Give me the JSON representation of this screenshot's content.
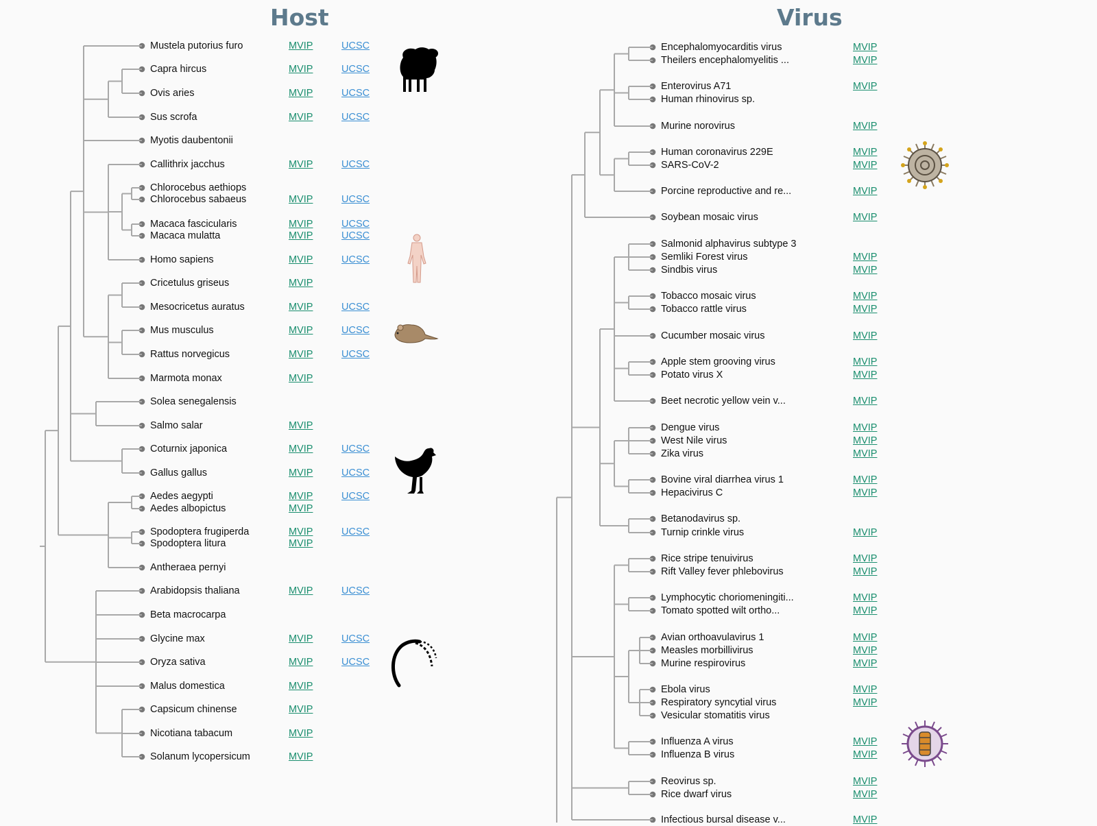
{
  "host": {
    "title": "Host",
    "leaves": [
      {
        "name": "Mustela putorius furo",
        "mvip": "MVIP",
        "ucsc": "UCSC"
      },
      {
        "name": "Capra hircus",
        "mvip": "MVIP",
        "ucsc": "UCSC"
      },
      {
        "name": "Ovis aries",
        "mvip": "MVIP",
        "ucsc": "UCSC"
      },
      {
        "name": "Sus scrofa",
        "mvip": "MVIP",
        "ucsc": "UCSC"
      },
      {
        "name": "Myotis daubentonii",
        "mvip": "",
        "ucsc": ""
      },
      {
        "name": "Callithrix jacchus",
        "mvip": "MVIP",
        "ucsc": "UCSC"
      },
      {
        "name": "Chlorocebus aethiops",
        "mvip": "",
        "ucsc": ""
      },
      {
        "name": "Chlorocebus sabaeus",
        "mvip": "MVIP",
        "ucsc": "UCSC"
      },
      {
        "name": "Macaca fascicularis",
        "mvip": "MVIP",
        "ucsc": "UCSC"
      },
      {
        "name": "Macaca mulatta",
        "mvip": "MVIP",
        "ucsc": "UCSC"
      },
      {
        "name": "Homo sapiens",
        "mvip": "MVIP",
        "ucsc": "UCSC"
      },
      {
        "name": "Cricetulus griseus",
        "mvip": "MVIP",
        "ucsc": ""
      },
      {
        "name": "Mesocricetus auratus",
        "mvip": "MVIP",
        "ucsc": "UCSC"
      },
      {
        "name": "Mus musculus",
        "mvip": "MVIP",
        "ucsc": "UCSC"
      },
      {
        "name": "Rattus norvegicus",
        "mvip": "MVIP",
        "ucsc": "UCSC"
      },
      {
        "name": "Marmota monax",
        "mvip": "MVIP",
        "ucsc": ""
      },
      {
        "name": "Solea senegalensis",
        "mvip": "",
        "ucsc": ""
      },
      {
        "name": "Salmo salar",
        "mvip": "MVIP",
        "ucsc": ""
      },
      {
        "name": "Coturnix japonica",
        "mvip": "MVIP",
        "ucsc": "UCSC"
      },
      {
        "name": "Gallus gallus",
        "mvip": "MVIP",
        "ucsc": "UCSC"
      },
      {
        "name": "Aedes aegypti",
        "mvip": "MVIP",
        "ucsc": "UCSC"
      },
      {
        "name": "Aedes albopictus",
        "mvip": "MVIP",
        "ucsc": ""
      },
      {
        "name": "Spodoptera frugiperda",
        "mvip": "MVIP",
        "ucsc": "UCSC"
      },
      {
        "name": "Spodoptera litura",
        "mvip": "MVIP",
        "ucsc": ""
      },
      {
        "name": "Antheraea pernyi",
        "mvip": "",
        "ucsc": ""
      },
      {
        "name": "Arabidopsis thaliana",
        "mvip": "MVIP",
        "ucsc": "UCSC"
      },
      {
        "name": "Beta macrocarpa",
        "mvip": "",
        "ucsc": ""
      },
      {
        "name": "Glycine max",
        "mvip": "MVIP",
        "ucsc": "UCSC"
      },
      {
        "name": "Oryza sativa",
        "mvip": "MVIP",
        "ucsc": "UCSC"
      },
      {
        "name": "Malus domestica",
        "mvip": "MVIP",
        "ucsc": ""
      },
      {
        "name": "Capsicum chinense",
        "mvip": "MVIP",
        "ucsc": ""
      },
      {
        "name": "Nicotiana tabacum",
        "mvip": "MVIP",
        "ucsc": ""
      },
      {
        "name": "Solanum lycopersicum",
        "mvip": "MVIP",
        "ucsc": ""
      }
    ],
    "silhouettes": [
      "sheep-icon",
      "human-figure-icon",
      "mouse-icon",
      "chicken-icon",
      "rice-plant-icon"
    ]
  },
  "virus": {
    "title": "Virus",
    "leaves": [
      {
        "name": "Encephalomyocarditis virus",
        "mvip": "MVIP"
      },
      {
        "name": "Theilers encephalomyelitis ...",
        "mvip": "MVIP"
      },
      {
        "name": "Enterovirus A71",
        "mvip": "MVIP"
      },
      {
        "name": "Human rhinovirus sp.",
        "mvip": ""
      },
      {
        "name": "Murine norovirus",
        "mvip": "MVIP"
      },
      {
        "name": "Human coronavirus 229E",
        "mvip": "MVIP"
      },
      {
        "name": "SARS-CoV-2",
        "mvip": "MVIP"
      },
      {
        "name": "Porcine reproductive and re...",
        "mvip": "MVIP"
      },
      {
        "name": "Soybean mosaic virus",
        "mvip": "MVIP"
      },
      {
        "name": "Salmonid alphavirus subtype 3",
        "mvip": ""
      },
      {
        "name": "Semliki Forest virus",
        "mvip": "MVIP"
      },
      {
        "name": "Sindbis virus",
        "mvip": "MVIP"
      },
      {
        "name": "Tobacco mosaic virus",
        "mvip": "MVIP"
      },
      {
        "name": "Tobacco rattle virus",
        "mvip": "MVIP"
      },
      {
        "name": "Cucumber mosaic virus",
        "mvip": "MVIP"
      },
      {
        "name": "Apple stem grooving virus",
        "mvip": "MVIP"
      },
      {
        "name": "Potato virus X",
        "mvip": "MVIP"
      },
      {
        "name": "Beet necrotic yellow vein v...",
        "mvip": "MVIP"
      },
      {
        "name": "Dengue virus",
        "mvip": "MVIP"
      },
      {
        "name": "West Nile virus",
        "mvip": "MVIP"
      },
      {
        "name": "Zika virus",
        "mvip": "MVIP"
      },
      {
        "name": "Bovine viral diarrhea virus 1",
        "mvip": "MVIP"
      },
      {
        "name": "Hepacivirus C",
        "mvip": "MVIP"
      },
      {
        "name": "Betanodavirus sp.",
        "mvip": ""
      },
      {
        "name": "Turnip crinkle virus",
        "mvip": "MVIP"
      },
      {
        "name": "Rice stripe tenuivirus",
        "mvip": "MVIP"
      },
      {
        "name": "Rift Valley fever phlebovirus",
        "mvip": "MVIP"
      },
      {
        "name": "Lymphocytic choriomeningiti...",
        "mvip": "MVIP"
      },
      {
        "name": "Tomato spotted wilt ortho...",
        "mvip": "MVIP"
      },
      {
        "name": "Avian orthoavulavirus 1",
        "mvip": "MVIP"
      },
      {
        "name": "Measles morbillivirus",
        "mvip": "MVIP"
      },
      {
        "name": "Murine respirovirus",
        "mvip": "MVIP"
      },
      {
        "name": "Ebola virus",
        "mvip": "MVIP"
      },
      {
        "name": "Respiratory syncytial virus",
        "mvip": "MVIP"
      },
      {
        "name": "Vesicular stomatitis virus",
        "mvip": ""
      },
      {
        "name": "Influenza A virus",
        "mvip": "MVIP"
      },
      {
        "name": "Influenza B virus",
        "mvip": "MVIP"
      },
      {
        "name": "Reovirus sp.",
        "mvip": "MVIP"
      },
      {
        "name": "Rice dwarf virus",
        "mvip": "MVIP"
      },
      {
        "name": "Infectious bursal disease v...",
        "mvip": "MVIP"
      }
    ],
    "silhouettes": [
      "coronavirus-icon",
      "influenza-virus-icon"
    ]
  },
  "colors": {
    "branch": "#a8a8a8",
    "node": "#777777",
    "title": "#5d7a8c",
    "mvip": "#1a8e6e",
    "ucsc": "#3b8fd3"
  }
}
